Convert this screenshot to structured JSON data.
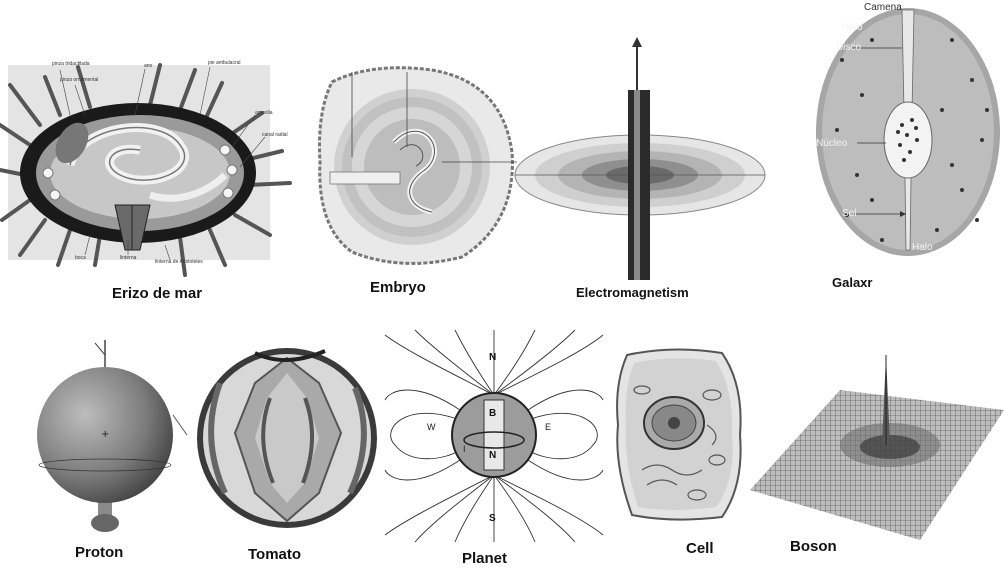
{
  "captions": {
    "sea_urchin": "Erizo de mar",
    "embryo": "Embryo",
    "electromagnetism": "Electromagnetism",
    "galaxy": "Galaxr",
    "proton": "Proton",
    "tomato": "Tomato",
    "planet": "Planet",
    "cell": "Cell",
    "boson": "Boson"
  },
  "sea_urchin_labels": [
    "pinza tridactilada",
    "pinza ornamental",
    "ano",
    "pie ambulacral",
    "ampolla",
    "canal radial",
    "linterna",
    "linterna de Aristoteles",
    "boca"
  ],
  "galaxy_labels": {
    "corona": "Camena",
    "halo_top": "Halo",
    "disk": "Disco",
    "nucleus": "Núcleo",
    "sun": "Sol",
    "halo_bottom": "Halo"
  },
  "planet_labels": {
    "north": "N",
    "south": "S",
    "west": "W",
    "east": "E",
    "core_b": "B",
    "core_n": "N",
    "core_i": "I"
  }
}
